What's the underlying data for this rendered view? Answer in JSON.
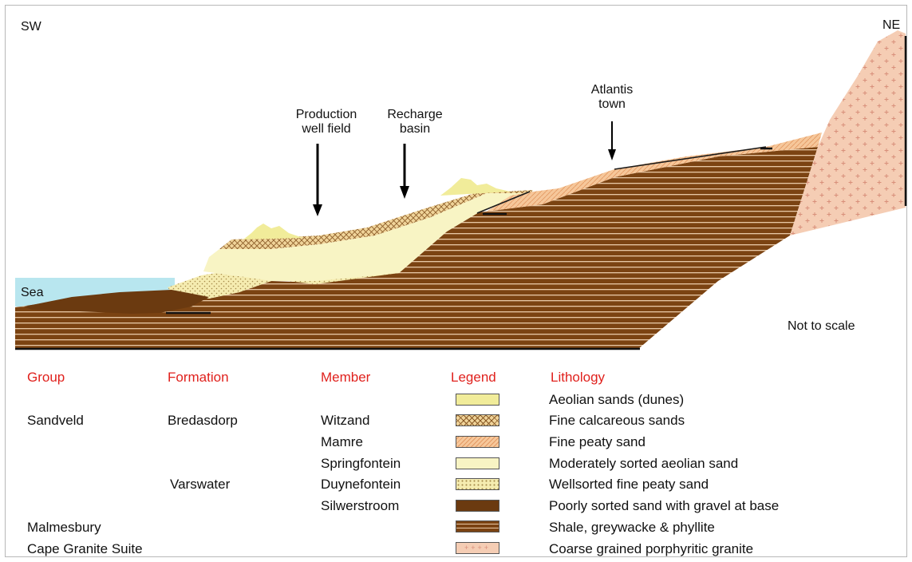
{
  "section": {
    "left_label": "SW",
    "right_label": "NE",
    "sea_label": "Sea",
    "note": "Not to scale",
    "arrows": [
      {
        "label_line1": "Production",
        "label_line2": "well field"
      },
      {
        "label_line1": "Recharge",
        "label_line2": "basin"
      },
      {
        "label_line1": "Atlantis",
        "label_line2": "town"
      }
    ]
  },
  "legend": {
    "headers": {
      "group": "Group",
      "formation": "Formation",
      "member": "Member",
      "legend": "Legend",
      "lithology": "Lithology"
    },
    "rows": [
      {
        "group": "",
        "formation": "",
        "member": "",
        "lithology": "Aeolian sands (dunes)",
        "pattern": "aeolian-dunes"
      },
      {
        "group": "Sandveld",
        "formation": "Bredasdorp",
        "member": "Witzand",
        "lithology": "Fine calcareous sands",
        "pattern": "calcareous"
      },
      {
        "group": "",
        "formation": "",
        "member": "Mamre",
        "lithology": "Fine peaty sand",
        "pattern": "peaty"
      },
      {
        "group": "",
        "formation": "",
        "member": "Springfontein",
        "lithology": "Moderately sorted aeolian sand",
        "pattern": "aeolian"
      },
      {
        "group": "",
        "formation": "Varswater",
        "member": "Duynefontein",
        "lithology": "Wellsorted fine peaty sand",
        "pattern": "wellsorted"
      },
      {
        "group": "",
        "formation": "",
        "member": "Silwerstroom",
        "lithology": "Poorly sorted sand with gravel at base",
        "pattern": "gravel"
      },
      {
        "group": "Malmesbury",
        "formation": "",
        "member": "",
        "lithology": "Shale, greywacke & phyllite",
        "pattern": "shale"
      },
      {
        "group": "Cape Granite Suite",
        "formation": "",
        "member": "",
        "lithology": "Coarse grained porphyritic granite",
        "pattern": "granite"
      }
    ]
  },
  "colors": {
    "header_red": "#e0211d",
    "sea": "#b8e6ef",
    "dunes": "#f1ec9a",
    "aeolian": "#f8f4c4",
    "peaty": "#f6c79a",
    "wellsorted": "#f5ecb0",
    "gravel": "#6b3a10",
    "shale": "#7b4312",
    "granite": "#f5cdb4"
  }
}
